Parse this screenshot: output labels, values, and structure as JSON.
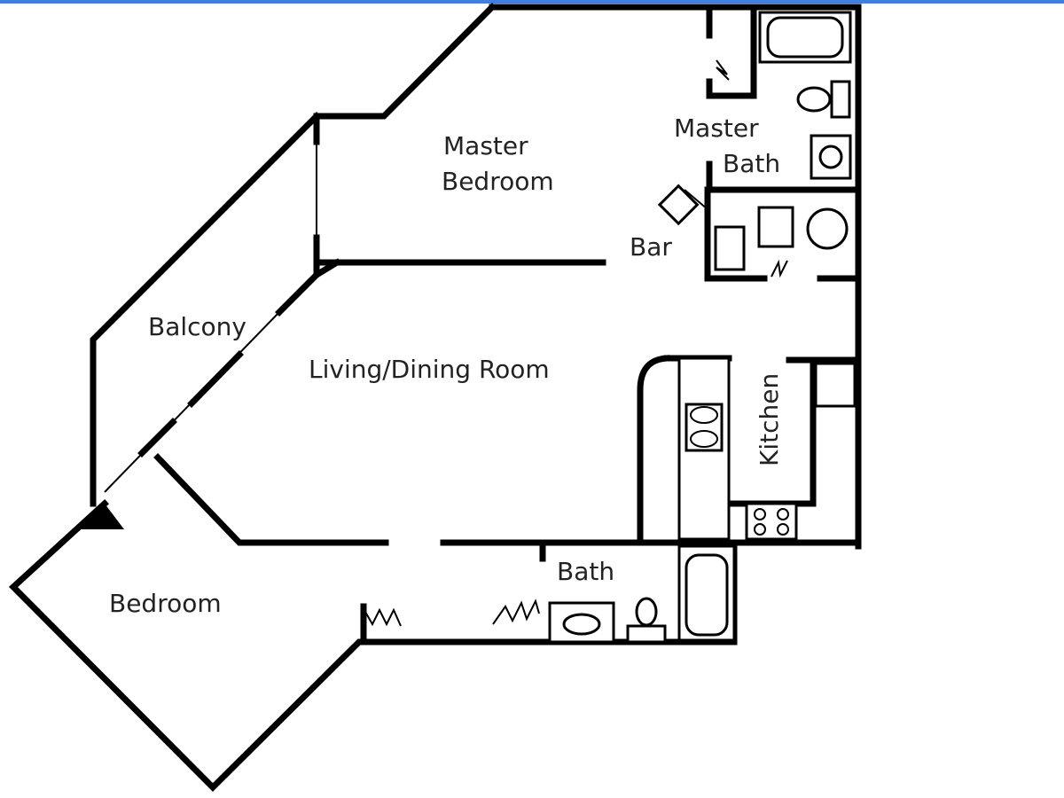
{
  "colors": {
    "accent_bar": "#3f7fe0",
    "wall": "#000000",
    "background": "#ffffff",
    "text": "#222222"
  },
  "rooms": {
    "master_bedroom": [
      "Master",
      "Bedroom"
    ],
    "master_bath": [
      "Master",
      "Bath"
    ],
    "bar": "Bar",
    "balcony": "Balcony",
    "living_dining": "Living/Dining Room",
    "kitchen": "Kitchen",
    "bath": "Bath",
    "bedroom": "Bedroom"
  }
}
